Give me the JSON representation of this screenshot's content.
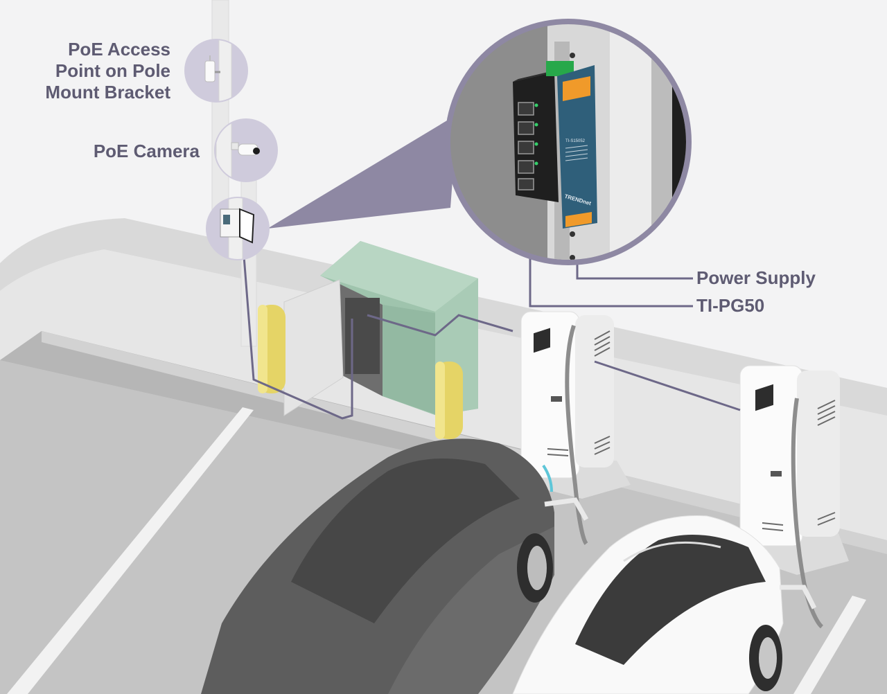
{
  "labels": {
    "access_point": [
      "PoE Access",
      "Point on Pole",
      "Mount Bracket"
    ],
    "camera": "PoE Camera",
    "power_supply": "Power Supply",
    "switch": "TI-PG50"
  },
  "device_text": {
    "switch_model": "TI-S15052",
    "brand": "TRENDnet"
  },
  "colors": {
    "label": "#5e5b72",
    "callout": "#8e88a3",
    "callout_circle": "#cfcbdc",
    "cabinet": "#a7c9b3",
    "bollard": "#e6d566",
    "dark_car": "#5c5c5c",
    "ground": "#bdbdbd",
    "curb": "#dedede",
    "charger": "#fafafa"
  }
}
